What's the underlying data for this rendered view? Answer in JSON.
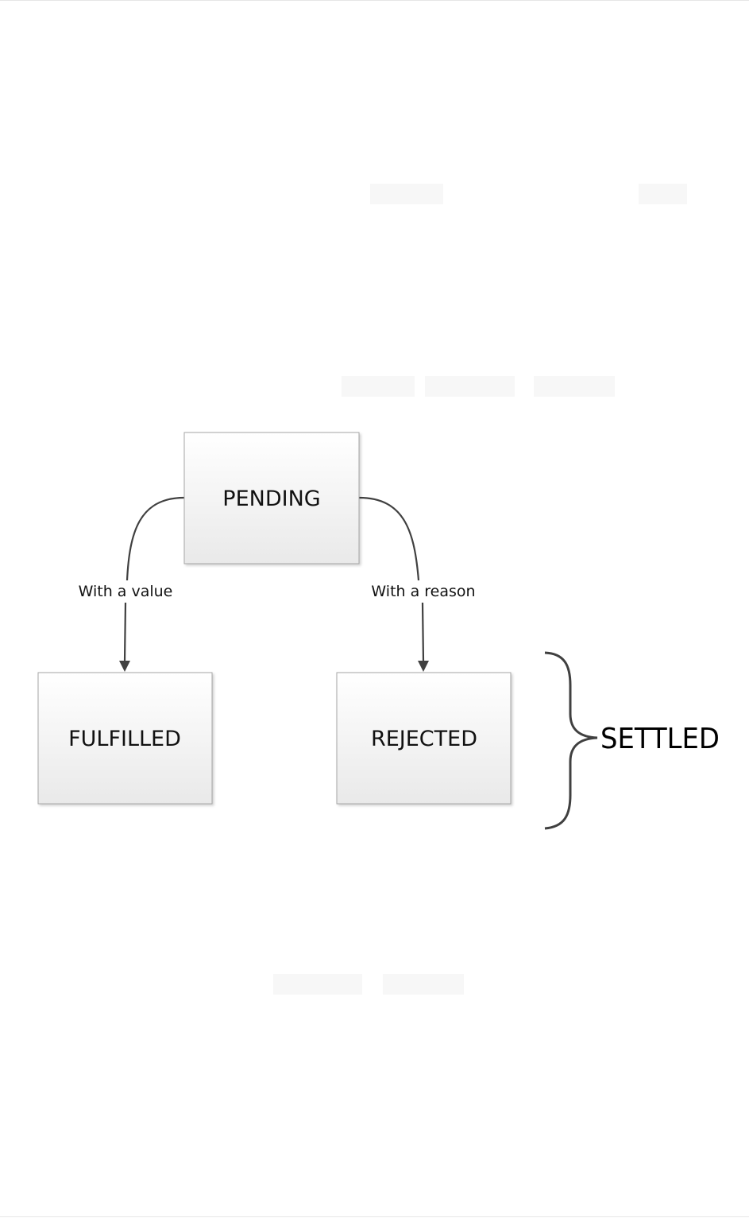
{
  "diagram": {
    "nodes": {
      "pending": "PENDING",
      "fulfilled": "FULFILLED",
      "rejected": "REJECTED"
    },
    "edges": {
      "to_fulfilled": "With a value",
      "to_rejected": "With a reason"
    },
    "group_label": "SETTLED"
  },
  "colors": {
    "node_fill_top": "#ffffff",
    "node_fill_bottom": "#e9e9e9",
    "node_border": "#a6a6a6",
    "connector": "#404040",
    "brace": "#404040",
    "placeholder_bar": "#f7f7f7"
  }
}
